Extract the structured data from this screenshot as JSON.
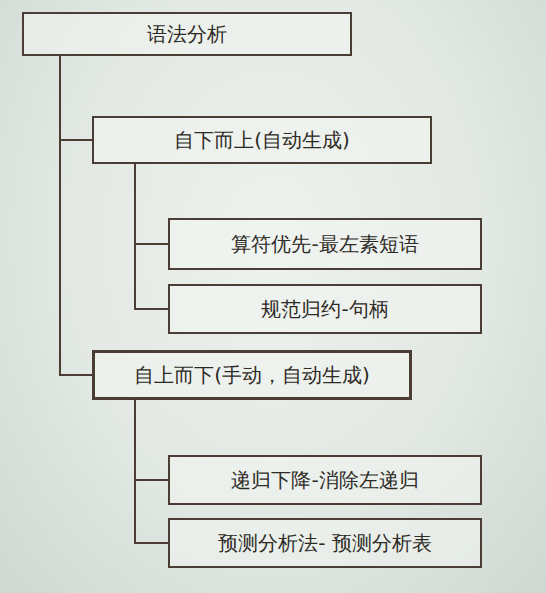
{
  "diagram": {
    "nodes": [
      {
        "text": [
          "语法分析"
        ]
      },
      {
        "text": [
          "自下而上(自动生成)"
        ]
      },
      {
        "text": [
          "算符优先-最左素短语"
        ]
      },
      {
        "text": [
          "规范归约-句柄"
        ]
      },
      {
        "text": [
          "自上而下(手动，自动生成)"
        ]
      },
      {
        "text": [
          "递归下降-消除左递归"
        ]
      },
      {
        "text": [
          "预测分析法- 预测分析表"
        ]
      }
    ],
    "edges": [
      {
        "from": 0,
        "to": 1,
        "arrow": "none"
      },
      {
        "from": 0,
        "to": 4,
        "arrow": "none"
      },
      {
        "from": 1,
        "to": 2,
        "arrow": "none"
      },
      {
        "from": 1,
        "to": 3,
        "arrow": "none"
      },
      {
        "from": 4,
        "to": 5,
        "arrow": "none"
      },
      {
        "from": 4,
        "to": 6,
        "arrow": "none"
      }
    ]
  }
}
